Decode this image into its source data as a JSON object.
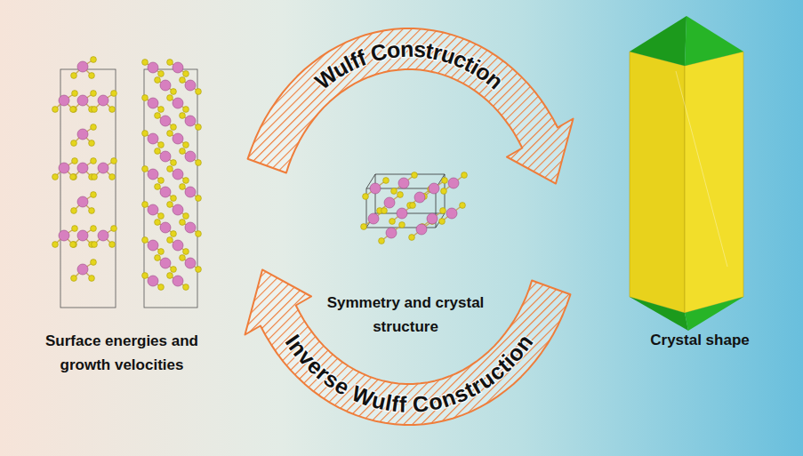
{
  "diagram": {
    "labels": [
      "Surface energies and growth velocities",
      "Wulff Construction",
      "Symmetry and crystal structure",
      "Inverse Wulff Construction",
      "Crystal shape"
    ]
  }
}
